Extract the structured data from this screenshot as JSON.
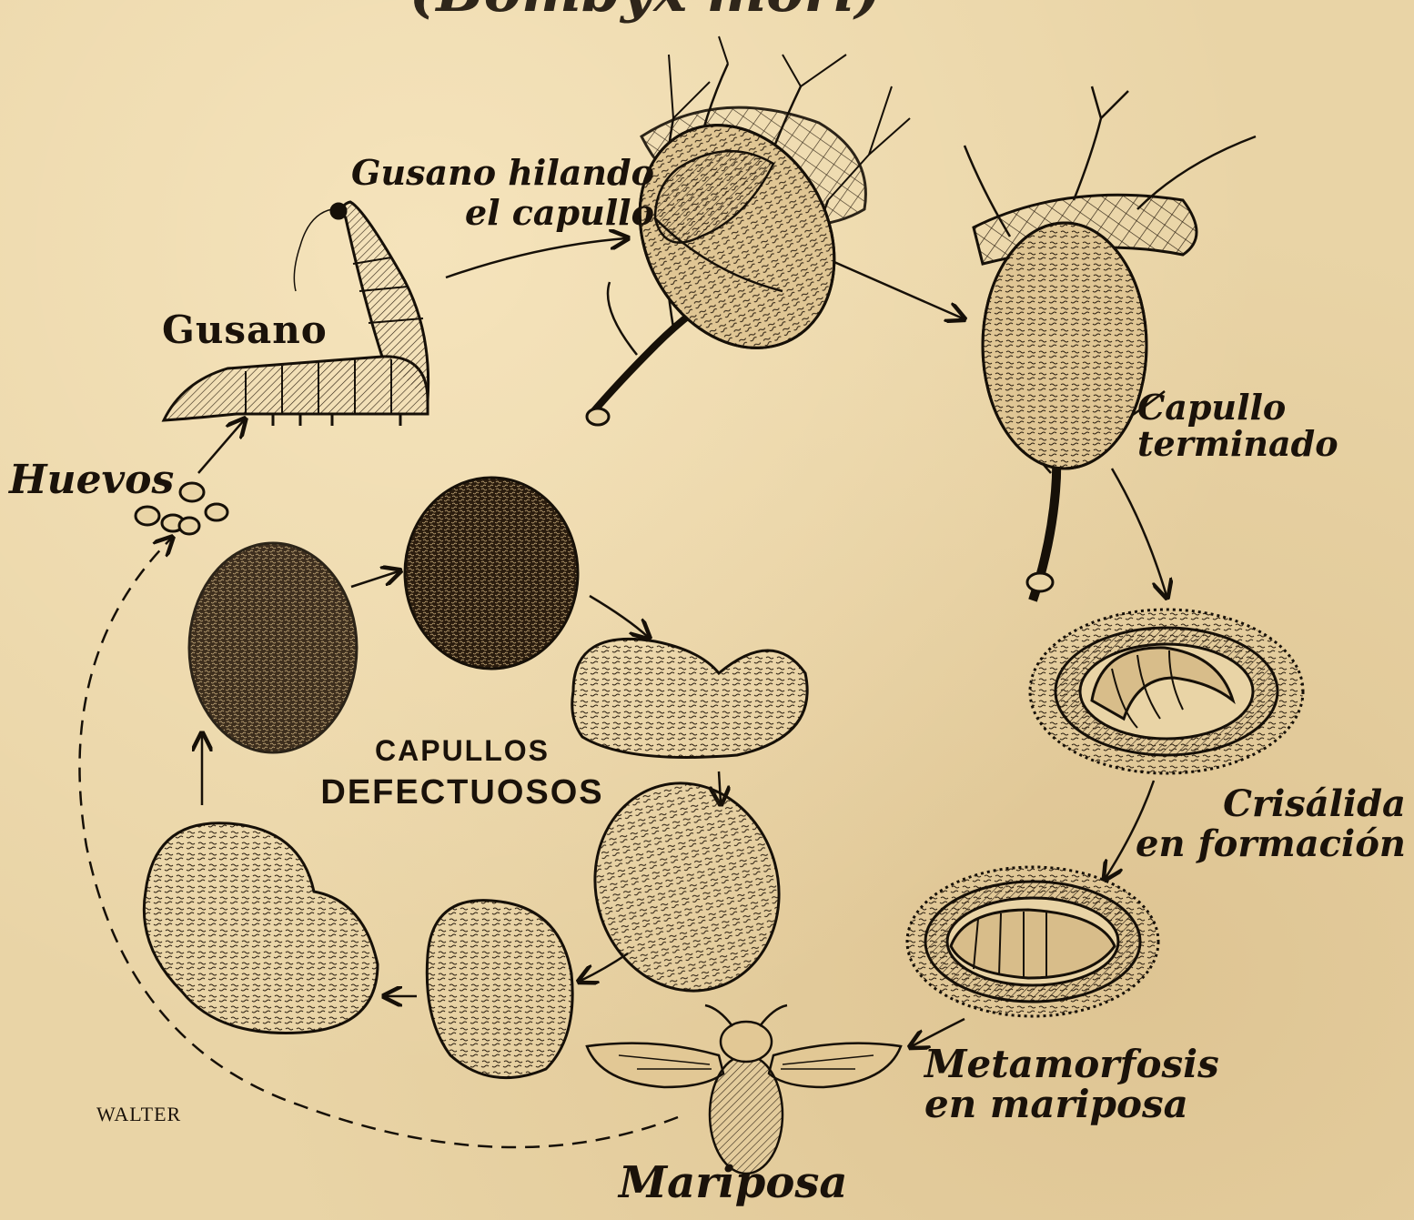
{
  "title_fragment": "(Bombyx mori)",
  "labels": {
    "gusano": "Gusano",
    "hilando_l1": "Gusano hilando",
    "hilando_l2": "el capullo",
    "capullo_l1": "Capullo",
    "capullo_l2": "terminado",
    "crisalida_l1": "Crisálida",
    "crisalida_l2": "en formación",
    "metamorfosis_l1": "Metamorfosis",
    "metamorfosis_l2": "en mariposa",
    "mariposa": "Mariposa",
    "huevos": "Huevos",
    "defectuosos_l1": "CAPULLOS",
    "defectuosos_l2": "DEFECTUOSOS"
  },
  "signature": "WALTER",
  "colors": {
    "paper": "#e9d4a6",
    "ink": "#161008",
    "shade": "#3a2a18"
  }
}
